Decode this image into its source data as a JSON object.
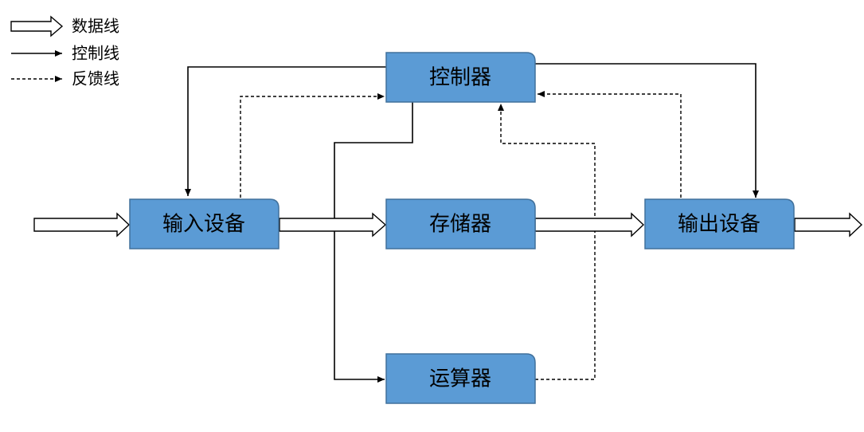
{
  "legend": {
    "data_line": "数据线",
    "control_line": "控制线",
    "feedback_line": "反馈线"
  },
  "nodes": {
    "controller": "控制器",
    "input_device": "输入设备",
    "memory": "存储器",
    "output_device": "输出设备",
    "alu": "运算器"
  },
  "colors": {
    "box_fill": "#5b9bd5",
    "box_border": "#41719c",
    "line": "#000000"
  }
}
